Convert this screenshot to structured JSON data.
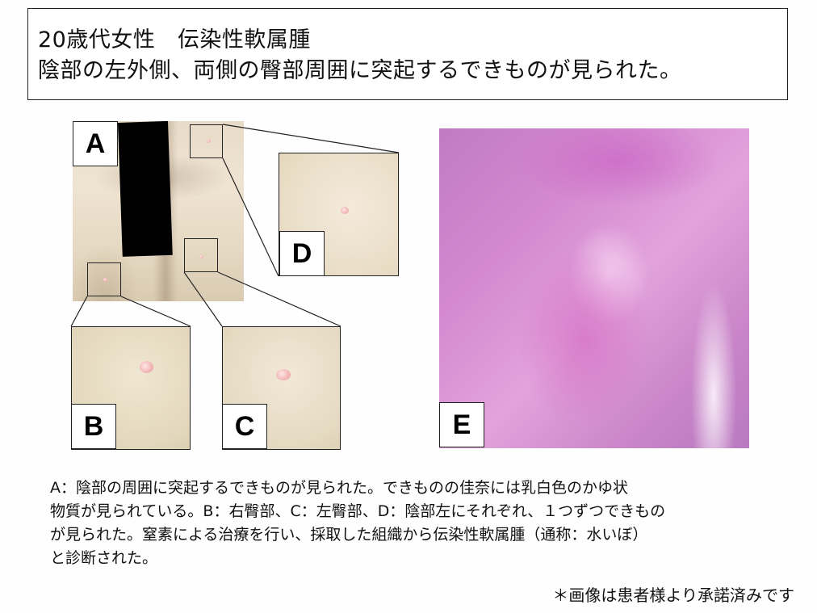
{
  "header": {
    "line1": "20歳代女性　伝染性軟属腫",
    "line2": "陰部の左外側、両側の臀部周囲に突起するできものが見られた。"
  },
  "panels": {
    "a": "A",
    "b": "B",
    "c": "C",
    "d": "D",
    "e": "E"
  },
  "caption": {
    "line1": "A：陰部の周囲に突起するできものが見られた。できものの佳奈には乳白色のかゆ状",
    "line2": "物質が見られている。B：右臀部、C：左臀部、D：陰部左にそれぞれ、１つずつできもの",
    "line3": "が見られた。窒素による治療を行い、採取した組織から伝染性軟属腫（通称：水いぼ）",
    "line4": "と診断された。"
  },
  "footer": {
    "consent": "＊画像は患者様より承諾済みです"
  }
}
